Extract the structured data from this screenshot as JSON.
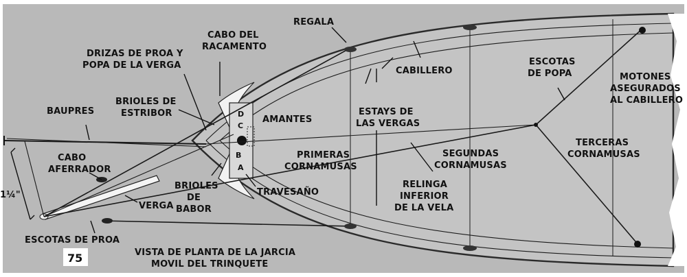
{
  "figure_number": "75",
  "caption": {
    "line1": "VISTA DE PLANTA DE LA JARCIA",
    "line2": "MOVIL DEL TRINQUETE"
  },
  "labels": {
    "regala": "REGALA",
    "cabo_racamento_1": "CABO DEL",
    "cabo_racamento_2": "RACAMENTO",
    "drizas_1": "DRIZAS DE PROA Y",
    "drizas_2": "POPA DE LA VERGA",
    "brioles_estribor_1": "BRIOLES DE",
    "brioles_estribor_2": "ESTRIBOR",
    "baupres": "BAUPRES",
    "amantes": "AMANTES",
    "cabo_aferrador_1": "CABO",
    "cabo_aferrador_2": "AFERRADOR",
    "medida": "1¼\"",
    "verga": "VERGA",
    "brioles_babor_1": "BRIOLES",
    "brioles_babor_2": "DE",
    "brioles_babor_3": "BABOR",
    "travesano": "TRAVESAÑO",
    "escotas_proa": "ESCOTAS DE PROA",
    "primeras_1": "PRIMERAS",
    "primeras_2": "CORNAMUSAS",
    "estays_1": "ESTAYS DE",
    "estays_2": "LAS VERGAS",
    "cabillero": "CABILLERO",
    "relinga_1": "RELINGA",
    "relinga_2": "INFERIOR",
    "relinga_3": "DE LA VELA",
    "segundas_1": "SEGUNDAS",
    "segundas_2": "CORNAMUSAS",
    "escotas_popa_1": "ESCOTAS",
    "escotas_popa_2": "DE POPA",
    "terceras_1": "TERCERAS",
    "terceras_2": "CORNAMUSAS",
    "motones_1": "MOTONES",
    "motones_2": "ASEGURADOS",
    "motones_3": "AL CABILLERO",
    "letter_d": "D",
    "letter_c": "C",
    "letter_b": "B",
    "letter_a": "A"
  },
  "colors": {
    "paper": "#ffffff",
    "hull": "#b9b9b9",
    "hull_dark": "#8e8e8e",
    "ink": "#111111",
    "spar": "#f4f4f4"
  }
}
